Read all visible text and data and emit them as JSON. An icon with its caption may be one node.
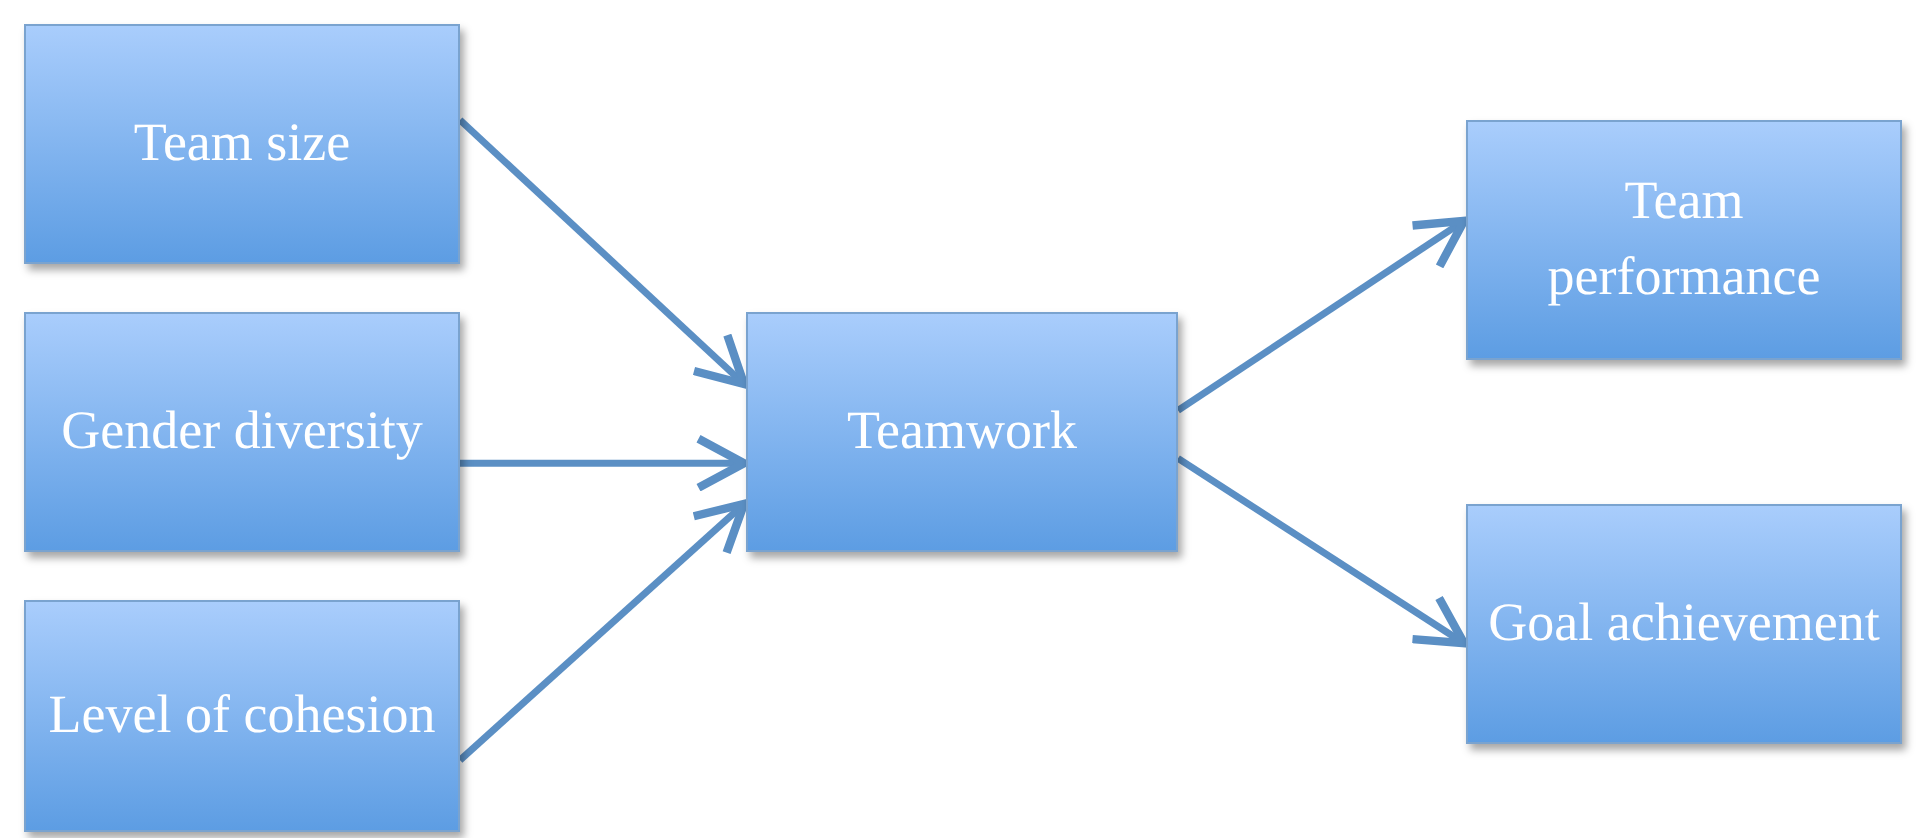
{
  "diagram": {
    "nodes": [
      {
        "text": [
          "Team size"
        ]
      },
      {
        "text": [
          "Gender diversity"
        ]
      },
      {
        "text": [
          "Level of cohesion"
        ]
      },
      {
        "text": [
          "Teamwork"
        ]
      },
      {
        "text": [
          "Team performance"
        ]
      },
      {
        "text": [
          "Goal achievement"
        ]
      }
    ],
    "edges": [
      {
        "from": 0,
        "to": 3,
        "arrow": "to"
      },
      {
        "from": 1,
        "to": 3,
        "arrow": "to"
      },
      {
        "from": 2,
        "to": 3,
        "arrow": "to"
      },
      {
        "from": 3,
        "to": 4,
        "arrow": "to"
      },
      {
        "from": 3,
        "to": 5,
        "arrow": "to"
      }
    ]
  }
}
